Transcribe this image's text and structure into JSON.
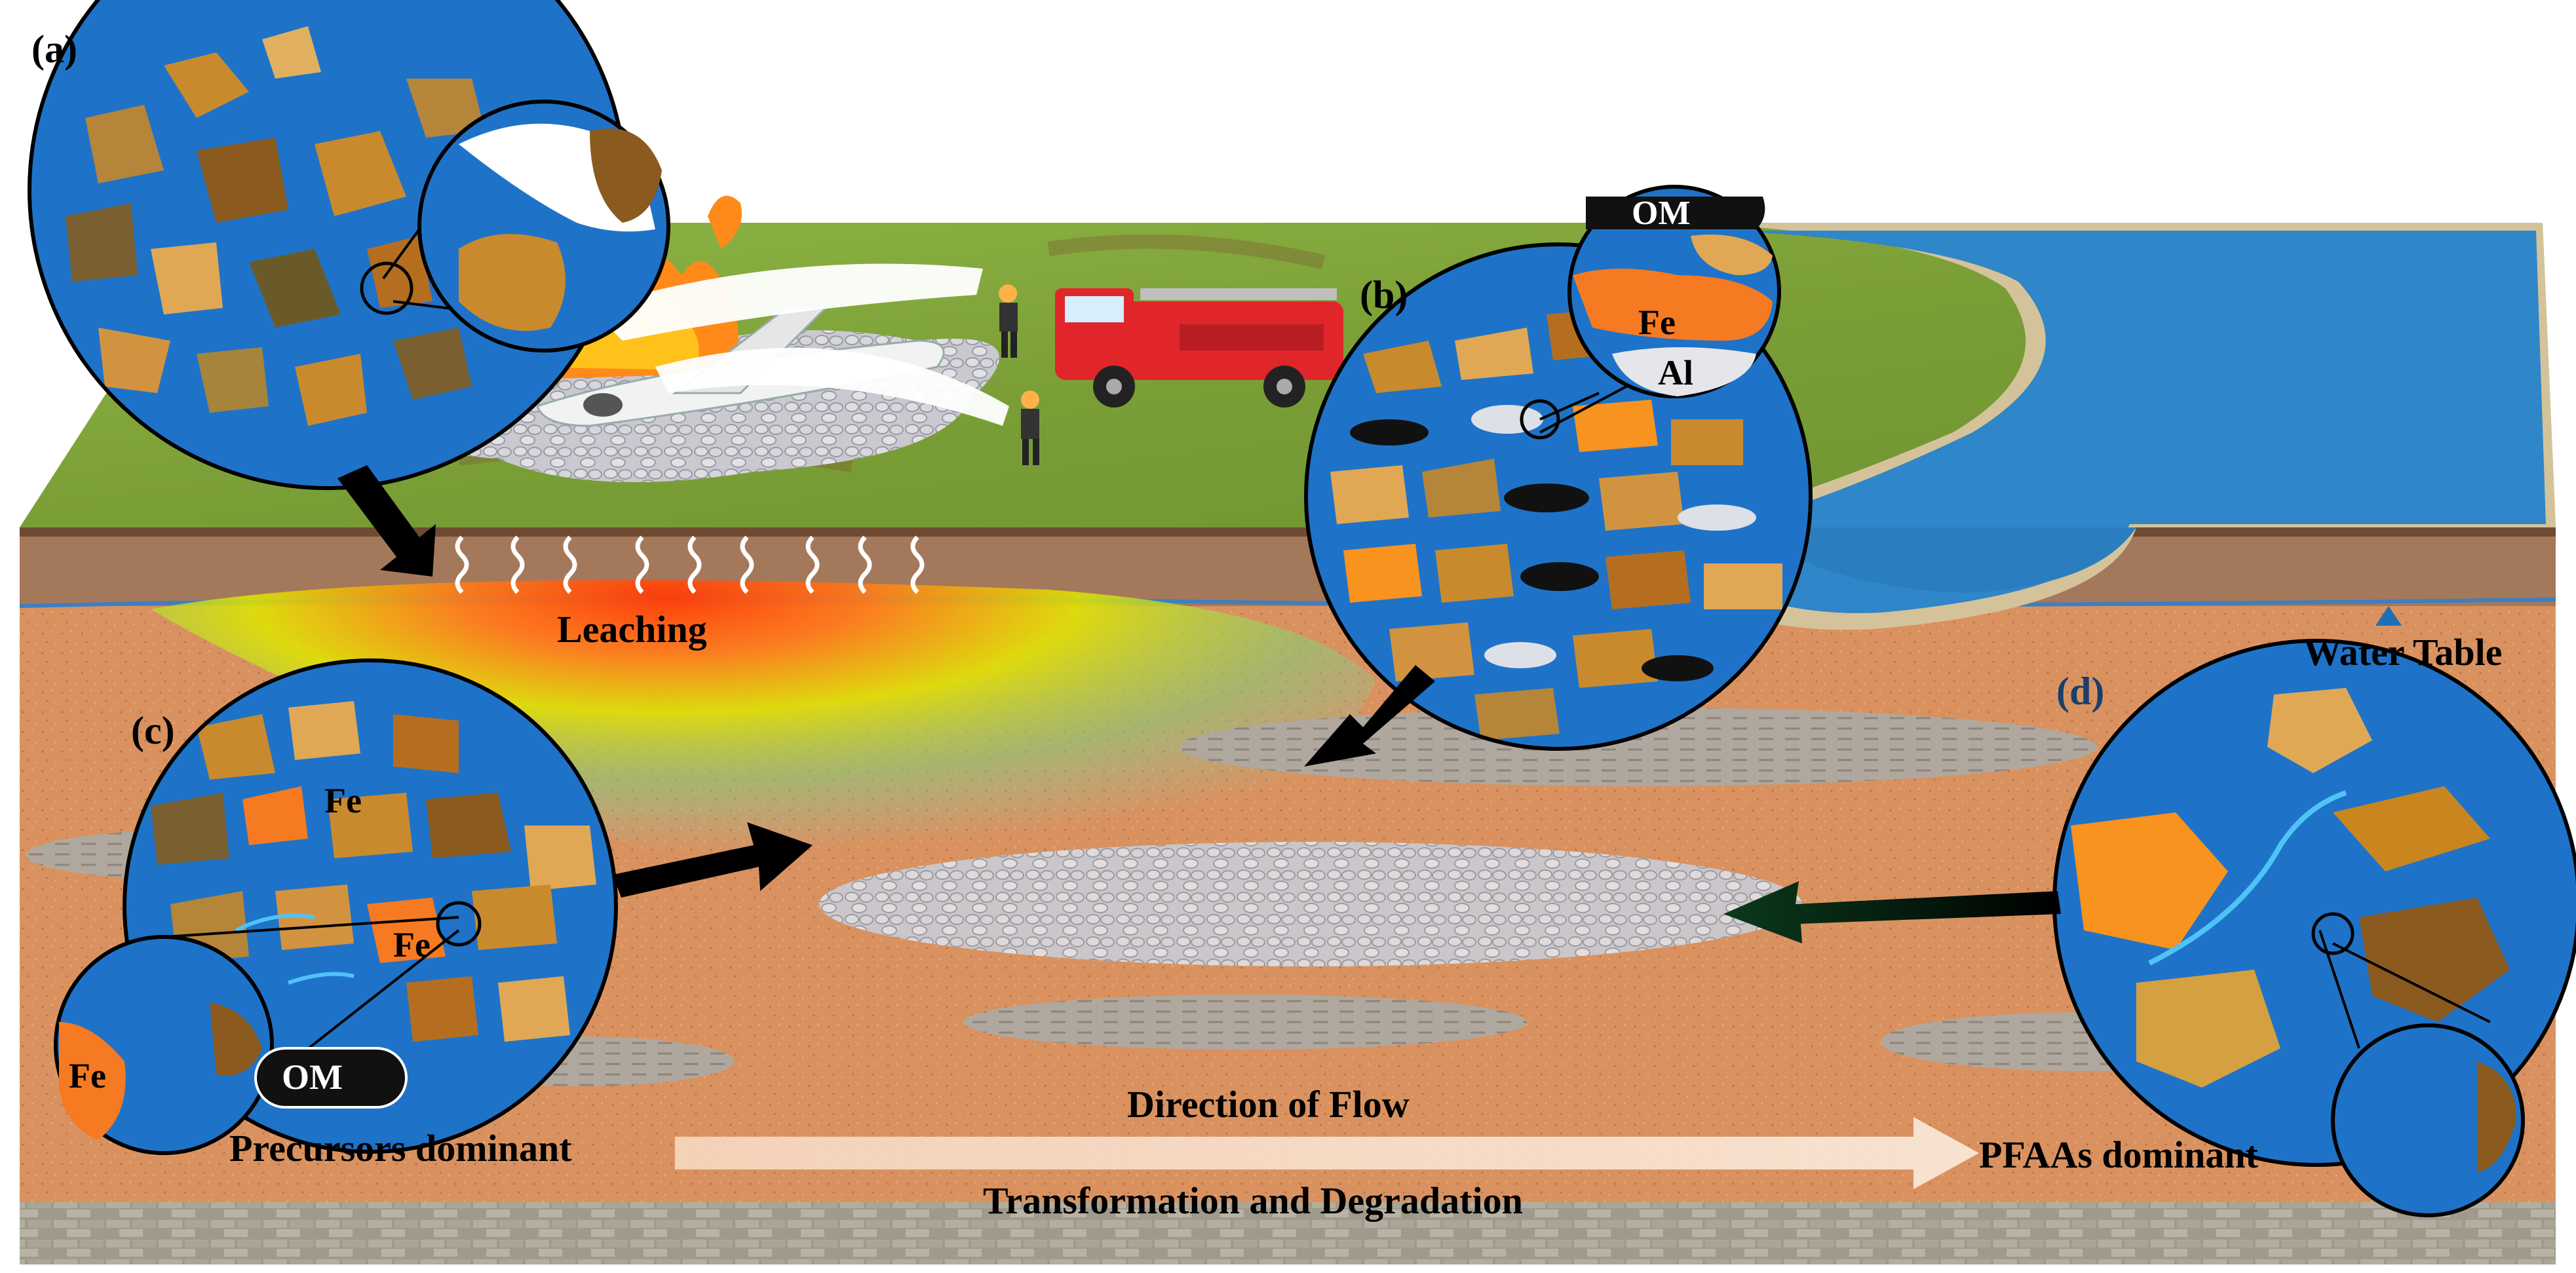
{
  "panel_labels": {
    "a": "(a)",
    "b": "(b)",
    "c": "(c)",
    "d": "(d)"
  },
  "labels": {
    "leaching": "Leaching",
    "water_table": "Water Table",
    "direction_of_flow": "Direction of Flow",
    "transformation": "Transformation and Degradation",
    "precursors": "Precursors dominant",
    "pfaas": "PFAAs dominant",
    "om": "OM",
    "fe": "Fe",
    "al": "Al"
  },
  "colors": {
    "grass": "#7fa53a",
    "soil_surface": "#9a6f4e",
    "aquifer": "#d9905f",
    "river": "#2f86c8",
    "pore_water": "#1e73c8",
    "plume_core": "#ff4a10",
    "plume_mid": "#d9e600",
    "fe_mineral": "#f57a22",
    "organic_matter": "#111111"
  },
  "icons": [
    "airplane-icon",
    "fire-truck-icon",
    "firefighter-icon",
    "flame-icon",
    "foam-spray-icon",
    "flow-arrow-icon"
  ]
}
